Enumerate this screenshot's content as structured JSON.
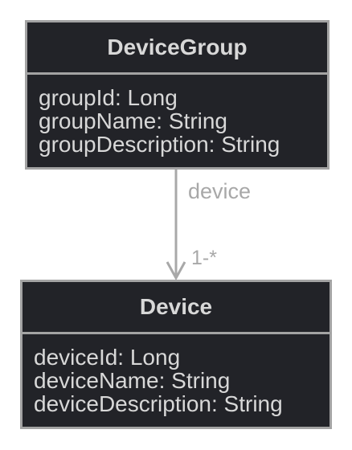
{
  "diagram": {
    "classes": [
      {
        "name": "DeviceGroup",
        "attributes": [
          "groupId: Long",
          "groupName: String",
          "groupDescription: String"
        ]
      },
      {
        "name": "Device",
        "attributes": [
          "deviceId: Long",
          "deviceName: String",
          "deviceDescription: String"
        ]
      }
    ],
    "association": {
      "label": "device",
      "multiplicity": "1-*"
    }
  },
  "colors": {
    "box_fill": "#222328",
    "border": "#a3a3a3",
    "text": "#d8d8d8",
    "connector": "#a8a8a8"
  }
}
